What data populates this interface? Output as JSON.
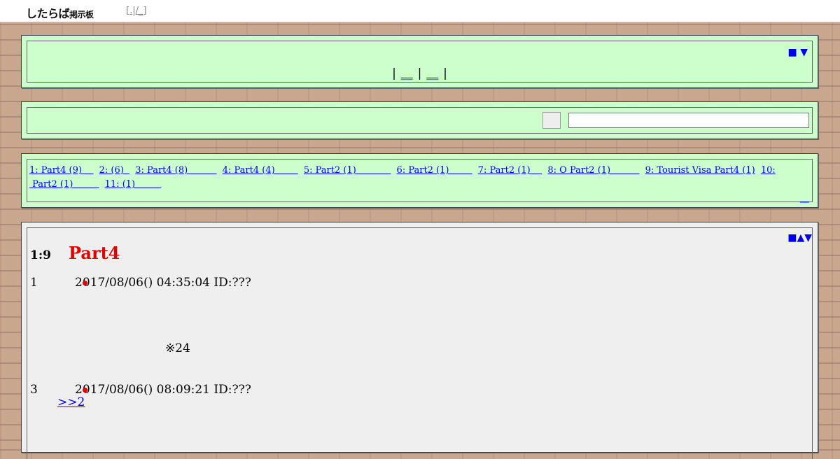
{
  "header": {
    "logo": "したらば",
    "logo_sub": "掲示板",
    "nav_open": "[",
    "nav_link1": ".",
    "nav_sep": "|",
    "nav_link2": "/_",
    "nav_close": "]"
  },
  "top_panel": {
    "nav_square": "■",
    "nav_down": "▼",
    "link_separator": "|",
    "link1": "__",
    "link2": "__"
  },
  "search_panel": {
    "input_value": ""
  },
  "thread_list": {
    "items": [
      {
        "num": "1:",
        "label": " Part4 (9)    "
      },
      {
        "num": "2:",
        "label": " (6)  "
      },
      {
        "num": "3:",
        "label": " Part4 (8)          "
      },
      {
        "num": "4:",
        "label": " Part4 (4)        "
      },
      {
        "num": "5:",
        "label": " Part2 (1)            "
      },
      {
        "num": "6:",
        "label": " Part2 (1)        "
      },
      {
        "num": "7:",
        "label": " Part2 (1)    "
      },
      {
        "num": "8:",
        "label": " O Part2 (1)          "
      },
      {
        "num": "9:",
        "label": " Tourist Visa         Part4 (1)"
      },
      {
        "num": "10:",
        "label": " Part2 (1)         "
      },
      {
        "num": "11:",
        "label": " (1)         "
      }
    ],
    "more": "__"
  },
  "thread": {
    "nav_square": "■",
    "nav_up": "▲",
    "nav_down": "▼",
    "count": "1:9",
    "title": "Part4",
    "posts": [
      {
        "num": "1",
        "date": "2017/08/06() 04:35:04 ID:???"
      },
      {
        "num": "3",
        "date": "2017/08/06() 08:09:21 ID:???"
      }
    ],
    "post1_body": "※24",
    "reply_anchor": ">>2"
  },
  "colors": {
    "panel_bg": "#ccffcc",
    "thread_bg": "#efefef",
    "title_red": "#e00000",
    "link_blue": "#0000ee"
  }
}
